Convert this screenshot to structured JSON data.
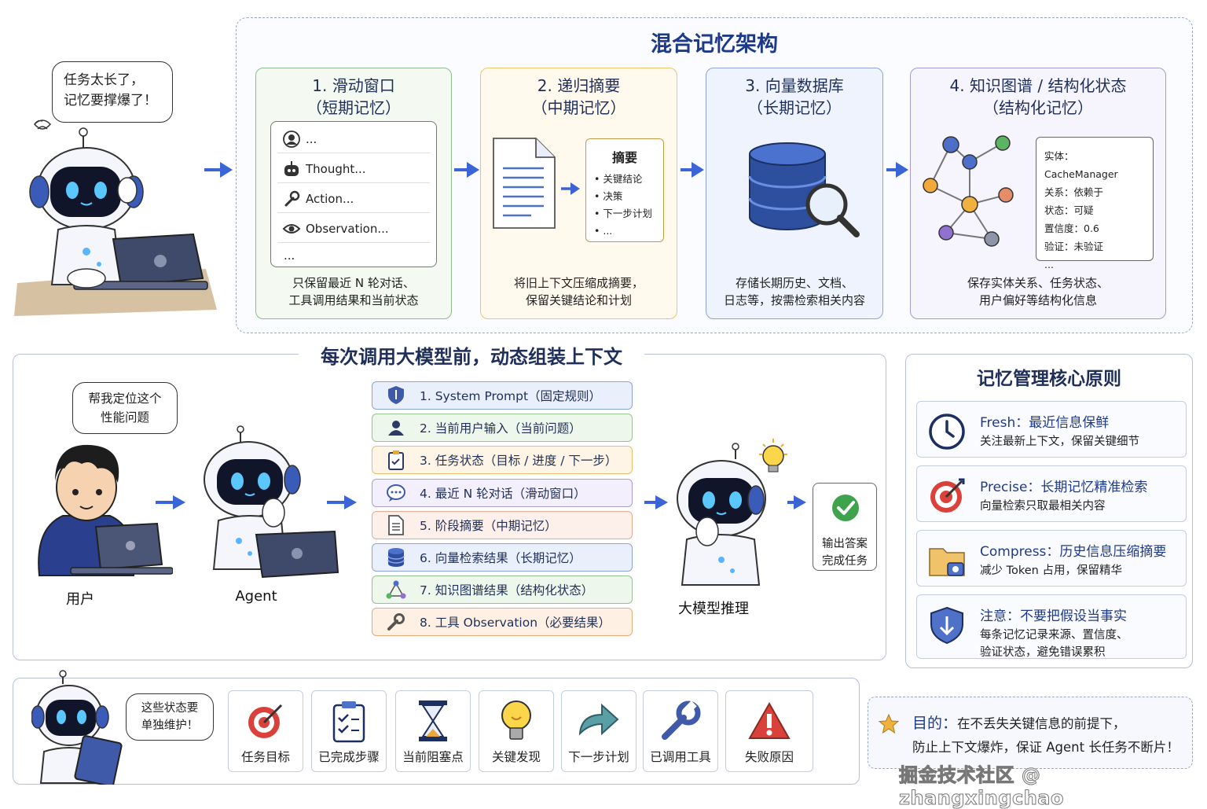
{
  "top": {
    "title": "混合记忆架构",
    "robot_bubble": [
      "任务太长了，",
      "记忆要撑爆了！"
    ],
    "cards": [
      {
        "title": "1. 滑动窗口",
        "subtitle": "（短期记忆）",
        "desc": [
          "只保留最近 N 轮对话、",
          "工具调用结果和当前状态"
        ]
      },
      {
        "title": "2. 递归摘要",
        "subtitle": "（中期记忆）",
        "desc": [
          "将旧上下文压缩成摘要，",
          "保留关键结论和计划"
        ]
      },
      {
        "title": "3. 向量数据库",
        "subtitle": "（长期记忆）",
        "desc": [
          "存储长期历史、文档、",
          "日志等，按需检索相关内容"
        ]
      },
      {
        "title": "4. 知识图谱 / 结构化状态",
        "subtitle": "（结构化记忆）",
        "desc": [
          "保存实体关系、任务状态、",
          "用户偏好等结构化信息"
        ]
      }
    ],
    "window_rows": [
      "...",
      "Thought...",
      "Action...",
      "Observation...",
      "..."
    ],
    "summary": {
      "title": "摘要",
      "items": [
        "关键结论",
        "决策",
        "下一步计划",
        "..."
      ]
    },
    "kg_box": [
      "实体：CacheManager",
      "关系：依赖于",
      "状态：可疑",
      "置信度：0.6",
      "验证：未验证",
      "..."
    ]
  },
  "middle": {
    "title": "每次调用大模型前，动态组装上下文",
    "user_bubble": [
      "帮我定位这个",
      "性能问题"
    ],
    "user_label": "用户",
    "agent_label": "Agent",
    "llm_label": "大模型推理",
    "output": [
      "输出答案",
      "完成任务"
    ],
    "steps": [
      {
        "label": "1. System Prompt（固定规则）",
        "color": "#e9f0fc",
        "border": "#8aa3d8",
        "icon": "shield-icon"
      },
      {
        "label": "2. 当前用户输入（当前问题）",
        "color": "#eef7ec",
        "border": "#98c294",
        "icon": "user-icon"
      },
      {
        "label": "3. 任务状态（目标 / 进度 / 下一步）",
        "color": "#fff5e6",
        "border": "#e9bc6a",
        "icon": "clipboard-icon"
      },
      {
        "label": "4. 最近 N 轮对话（滑动窗口）",
        "color": "#f3effc",
        "border": "#aa9bd8",
        "icon": "chat-icon"
      },
      {
        "label": "5. 阶段摘要（中期记忆）",
        "color": "#fdf0ea",
        "border": "#e7a98c",
        "icon": "document-icon"
      },
      {
        "label": "6. 向量检索结果（长期记忆）",
        "color": "#e9f0fc",
        "border": "#8aa3d8",
        "icon": "database-icon"
      },
      {
        "label": "7. 知识图谱结果（结构化状态）",
        "color": "#eef7ec",
        "border": "#98c294",
        "icon": "graph-icon"
      },
      {
        "label": "8. 工具 Observation（必要结果）",
        "color": "#fff0e4",
        "border": "#e9ab77",
        "icon": "wrench-icon"
      }
    ]
  },
  "principles": {
    "title": "记忆管理核心原则",
    "items": [
      {
        "head": "Fresh：最近信息保鲜",
        "body": [
          "关注最新上下文，保留关键细节"
        ]
      },
      {
        "head": "Precise：长期记忆精准检索",
        "body": [
          "向量检索只取最相关内容"
        ]
      },
      {
        "head": "Compress：历史信息压缩摘要",
        "body": [
          "减少 Token 占用，保留精华"
        ]
      },
      {
        "head": "注意：不要把假设当事实",
        "body": [
          "每条记忆记录来源、置信度、",
          "验证状态，避免错误累积"
        ]
      }
    ]
  },
  "bottom": {
    "robot_bubble": [
      "这些状态要",
      "单独维护！"
    ],
    "states": [
      "任务目标",
      "已完成步骤",
      "当前阻塞点",
      "关键发现",
      "下一步计划",
      "已调用工具",
      "失败原因"
    ],
    "goal_label": "目的：",
    "goal_line1": "在不丢失关键信息的前提下，",
    "goal_line2": "防止上下文爆炸，保证 Agent 长任务不断片！",
    "watermark": "掘金技术社区 @ zhangxingchao"
  },
  "colors": {
    "accent": "#2f5bd0",
    "title": "#1d3a8a"
  }
}
